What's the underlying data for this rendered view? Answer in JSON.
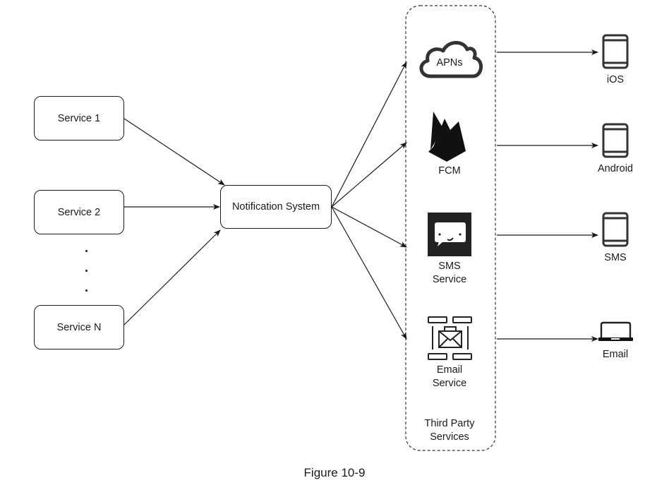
{
  "diagram": {
    "sources": [
      {
        "id": "service-1",
        "label": "Service 1"
      },
      {
        "id": "service-2",
        "label": "Service 2"
      },
      {
        "id": "service-n",
        "label": "Service N"
      }
    ],
    "ellipsis": ".",
    "hub": {
      "id": "notification-system",
      "label": "Notification System"
    },
    "third_party_group": {
      "label_line1": "Third Party",
      "label_line2": "Services"
    },
    "providers": [
      {
        "id": "apns",
        "label": "APNs",
        "icon": "cloud-icon"
      },
      {
        "id": "fcm",
        "label": "FCM",
        "icon": "firebase-icon"
      },
      {
        "id": "sms-service",
        "label_line1": "SMS",
        "label_line2": "Service",
        "icon": "chat-bubble-icon"
      },
      {
        "id": "email-service",
        "label_line1": "Email",
        "label_line2": "Service",
        "icon": "email-servers-icon"
      }
    ],
    "targets": [
      {
        "id": "ios",
        "label": "iOS",
        "icon": "phone-icon"
      },
      {
        "id": "android",
        "label": "Android",
        "icon": "phone-icon"
      },
      {
        "id": "sms",
        "label": "SMS",
        "icon": "phone-icon"
      },
      {
        "id": "email",
        "label": "Email",
        "icon": "laptop-icon"
      }
    ],
    "edges": [
      {
        "from": "service-1",
        "to": "notification-system"
      },
      {
        "from": "service-2",
        "to": "notification-system"
      },
      {
        "from": "service-n",
        "to": "notification-system"
      },
      {
        "from": "notification-system",
        "to": "apns"
      },
      {
        "from": "notification-system",
        "to": "fcm"
      },
      {
        "from": "notification-system",
        "to": "sms-service"
      },
      {
        "from": "notification-system",
        "to": "email-service"
      },
      {
        "from": "apns",
        "to": "ios"
      },
      {
        "from": "fcm",
        "to": "android"
      },
      {
        "from": "sms-service",
        "to": "sms"
      },
      {
        "from": "email-service",
        "to": "email"
      }
    ]
  },
  "caption": "Figure 10-9"
}
